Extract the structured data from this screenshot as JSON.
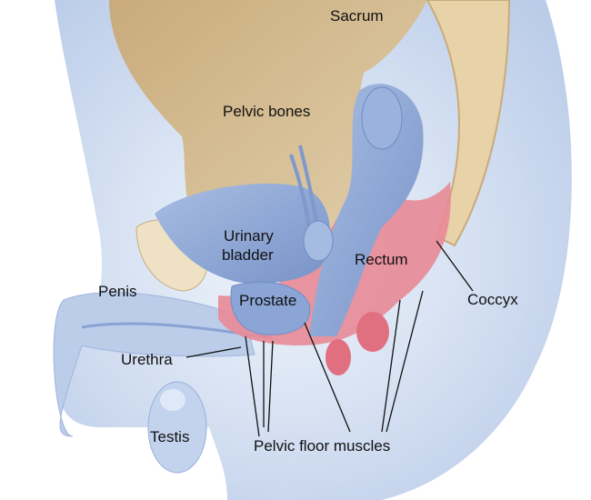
{
  "labels": {
    "sacrum": "Sacrum",
    "pelvic_bones": "Pelvic bones",
    "urinary_bladder_line1": "Urinary",
    "urinary_bladder_line2": "bladder",
    "rectum": "Rectum",
    "penis": "Penis",
    "prostate": "Prostate",
    "coccyx": "Coccyx",
    "urethra": "Urethra",
    "testis": "Testis",
    "pelvic_floor_muscles": "Pelvic floor muscles"
  },
  "colors": {
    "skin": "#c9d8ee",
    "body_light": "#e6eef9",
    "bone": "#d8c4a0",
    "organ": "#8fa9d6",
    "muscle": "#e88a96",
    "vertebra": "#e8d2a8"
  }
}
